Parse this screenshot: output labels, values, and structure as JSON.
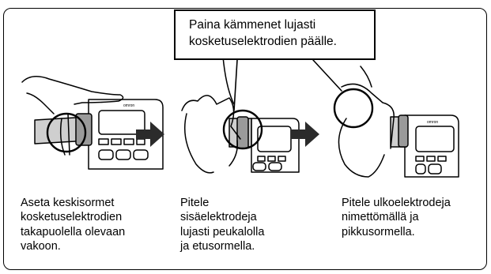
{
  "callout": {
    "lines": [
      "Paina kämmenet lujasti",
      "kosketuselektrodien päälle."
    ]
  },
  "device": {
    "brand_label": "omron"
  },
  "steps": [
    {
      "lines": [
        "Aseta keskisormet",
        "kosketuselektrodien",
        "takapuolella olevaan",
        "vakoon."
      ]
    },
    {
      "lines": [
        "Pitele",
        "sisäelektrodeja",
        "lujasti peukalolla",
        "ja etusormella."
      ]
    },
    {
      "lines": [
        "Pitele ulkoelektrodeja",
        "nimettömällä ja",
        "pikkusormella."
      ]
    }
  ],
  "colors": {
    "ink": "#000000",
    "device_body": "#cfcfcf",
    "arrow": "#2b2b2b"
  },
  "icons": [
    "arrow-right-icon",
    "arrow-right-icon"
  ]
}
